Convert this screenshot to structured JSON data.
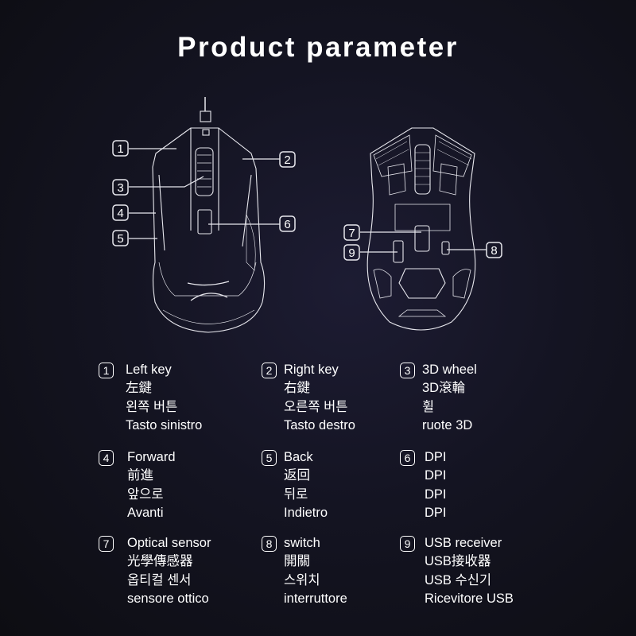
{
  "title": "Product parameter",
  "callouts": [
    "1",
    "2",
    "3",
    "4",
    "5",
    "6",
    "7",
    "8",
    "9"
  ],
  "items": [
    {
      "num": "1",
      "lines": [
        "Left key",
        "左鍵",
        "왼쪽 버튼",
        "Tasto sinistro"
      ]
    },
    {
      "num": "2",
      "lines": [
        "Right key",
        "右鍵",
        "오른쪽 버튼",
        "Tasto destro"
      ]
    },
    {
      "num": "3",
      "lines": [
        "3D wheel",
        "3D滾輪",
        "휠",
        "ruote 3D"
      ]
    },
    {
      "num": "4",
      "lines": [
        "Forward",
        "前進",
        "앞으로",
        "Avanti"
      ]
    },
    {
      "num": "5",
      "lines": [
        "Back",
        "返回",
        "뒤로",
        "Indietro"
      ]
    },
    {
      "num": "6",
      "lines": [
        "DPI",
        "DPI",
        "DPI",
        "DPI"
      ]
    },
    {
      "num": "7",
      "lines": [
        "Optical sensor",
        "光學傳感器",
        "옵티컬 센서",
        "sensore ottico"
      ]
    },
    {
      "num": "8",
      "lines": [
        "switch",
        "開關",
        "스위치",
        "interruttore"
      ]
    },
    {
      "num": "9",
      "lines": [
        "USB receiver",
        "USB接收器",
        "USB 수신기",
        "Ricevitore USB"
      ]
    }
  ]
}
